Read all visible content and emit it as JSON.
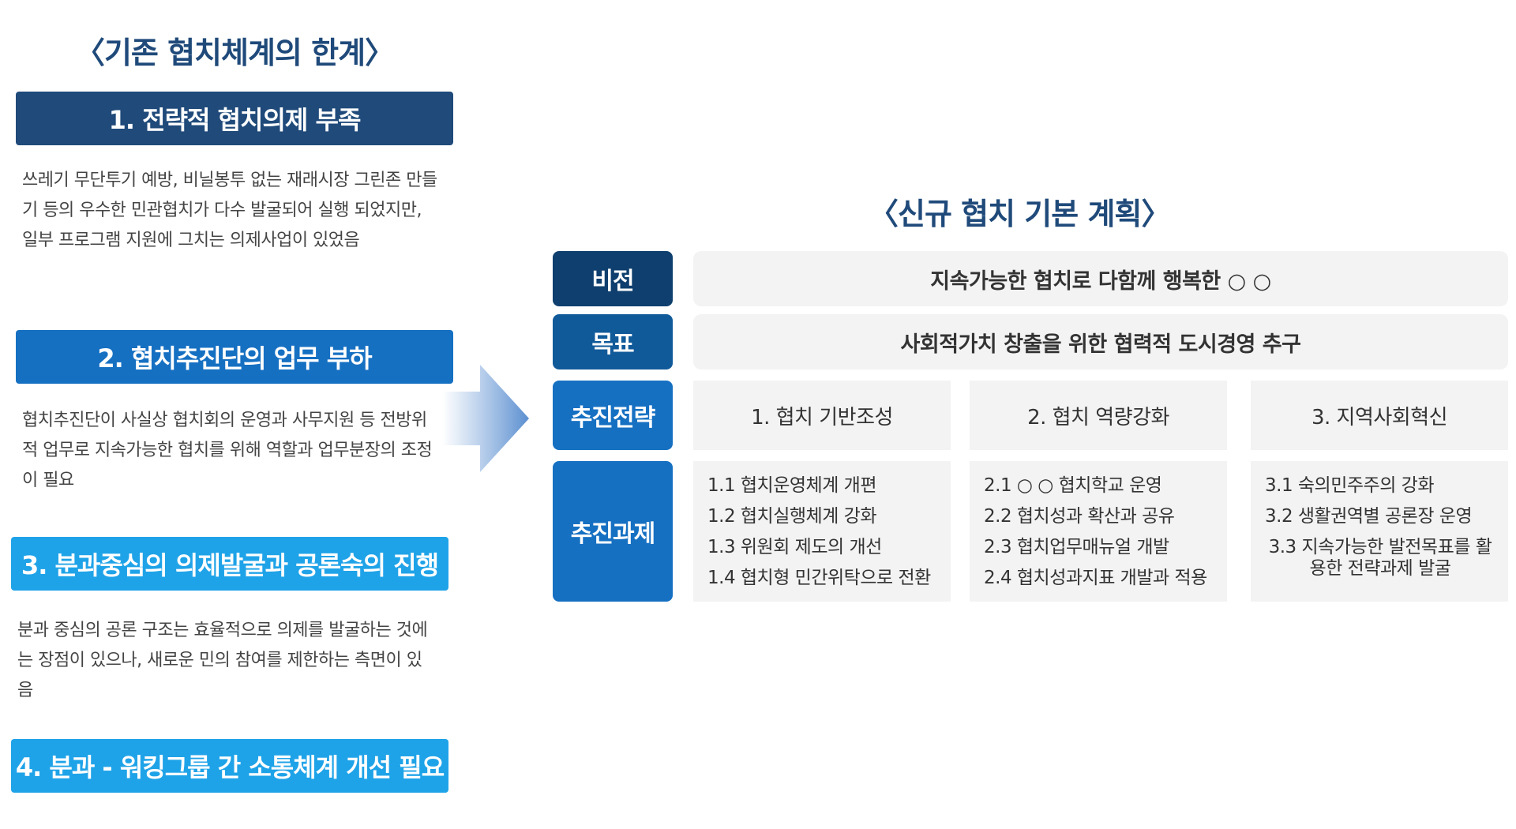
{
  "left": {
    "title": "〈기존 협치체계의 한계〉",
    "issues": [
      {
        "label": "1. 전략적 협치의제 부족",
        "desc": "쓰레기 무단투기 예방, 비닐봉투 없는 재래시장 그린존 만들기 등의 우수한 민관협치가 다수 발굴되어 실행 되었지만, 일부 프로그램 지원에 그치는 의제사업이 있었음"
      },
      {
        "label": "2. 협치추진단의 업무 부하",
        "desc": "협치추진단이 사실상 협치회의 운영과 사무지원 등 전방위적 업무로 지속가능한 협치를 위해 역할과 업무분장의 조정이 필요"
      },
      {
        "label": "3. 분과중심의 의제발굴과 공론숙의 진행",
        "desc": "분과 중심의 공론 구조는 효율적으로 의제를 발굴하는 것에는 장점이 있으나, 새로운 민의 참여를 제한하는 측면이 있음"
      },
      {
        "label": "4. 분과 - 워킹그룹 간 소통체계 개선 필요"
      }
    ],
    "issue_colors": [
      "#1f4a7a",
      "#1670c2",
      "#1fa3e8",
      "#1fa3e8"
    ]
  },
  "right": {
    "title": "〈신규 협치 기본 계획〉",
    "vision": {
      "label": "비전",
      "text": "지속가능한 협치로 다함께 행복한 ○ ○"
    },
    "goal": {
      "label": "목표",
      "text": "사회적가치 창출을 위한 협력적 도시경영 추구"
    },
    "strategy": {
      "label": "추진전략",
      "items": [
        "1. 협치 기반조성",
        "2. 협치 역량강화",
        "3. 지역사회혁신"
      ]
    },
    "tasks": {
      "label": "추진과제",
      "columns": [
        [
          "1.1 협치운영체계 개편",
          "1.2 협치실행체계 강화",
          "1.3 위원회 제도의 개선",
          "1.4 협치형 민간위탁으로 전환"
        ],
        [
          "2.1 ○ ○ 협치학교 운영",
          "2.2 협치성과 확산과 공유",
          "2.3 협치업무매뉴얼 개발",
          "2.4 협치성과지표 개발과 적용"
        ],
        [
          "3.1 숙의민주주의 강화",
          "3.2 생활권역별 공론장 운영",
          "3.3 지속가능한 발전목표를 활용한 전략과제 발굴"
        ]
      ]
    },
    "label_colors": {
      "vision": "#0e3f6e",
      "goal": "#115a9a",
      "strategy": "#1670c2",
      "tasks": "#1670c2"
    }
  }
}
